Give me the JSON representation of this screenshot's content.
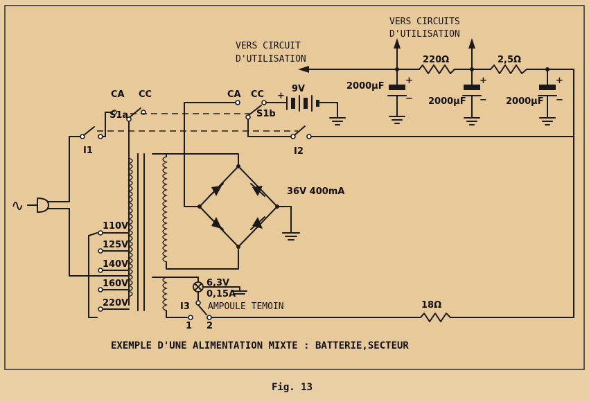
{
  "labels": {
    "vers_circuits": "VERS CIRCUITS",
    "d_utilisation_top": "D'UTILISATION",
    "vers_circuit": "VERS CIRCUIT",
    "d_utilisation_left": "D'UTILISATION",
    "r220": "220Ω",
    "r2_5": "2,5Ω",
    "r18": "18Ω",
    "c1": "2000µF",
    "c2": "2000µF",
    "c3": "2000µF",
    "plus": "+",
    "minus": "−",
    "ca1": "CA",
    "cc1": "CC",
    "s1a": "S1a",
    "ca2": "CA",
    "cc2": "CC",
    "s1b": "S1b",
    "batt": "9V",
    "i1": "I1",
    "i2": "I2",
    "i3": "I3",
    "bridge": "36V 400mA",
    "lamp_v": "6,3V",
    "lamp_a": "0,15A",
    "ampoule": "AMPOULE TEMOIN",
    "pos1": "1",
    "pos2": "2",
    "t110": "110V",
    "t125": "125V",
    "t140": "140V",
    "t160": "160V",
    "t220": "220V",
    "ac_symbol": "∿"
  },
  "caption": "EXEMPLE D'UNE ALIMENTATION MIXTE : BATTERIE,SECTEUR",
  "figure": "Fig. 13"
}
